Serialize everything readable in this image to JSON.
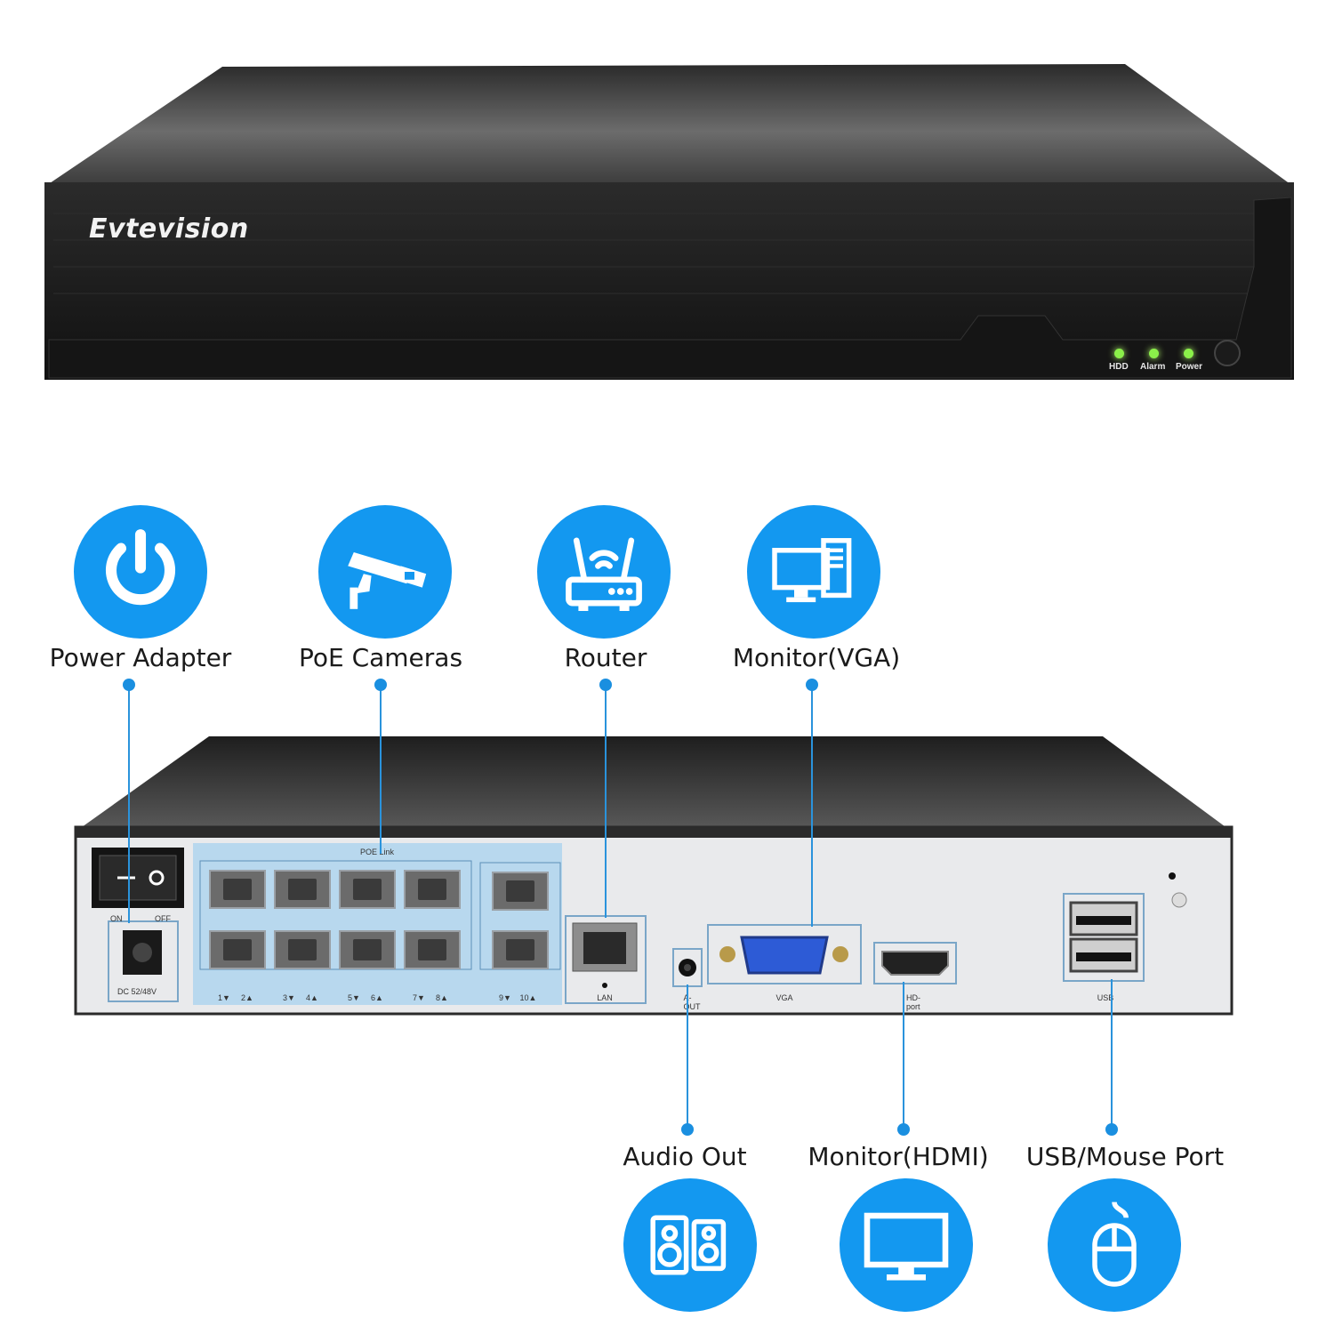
{
  "front": {
    "brand": "Evtevision",
    "indicators": [
      {
        "label": "HDD",
        "color": "#8bf04a"
      },
      {
        "label": "Alarm",
        "color": "#8bf04a"
      },
      {
        "label": "Power",
        "color": "#8bf04a"
      }
    ]
  },
  "top_connections": [
    {
      "label": "Power Adapter",
      "icon": "power-icon"
    },
    {
      "label": "PoE Cameras",
      "icon": "cctv-camera-icon"
    },
    {
      "label": "Router",
      "icon": "router-icon"
    },
    {
      "label": "Monitor(VGA)",
      "icon": "desktop-computer-icon"
    }
  ],
  "bottom_connections": [
    {
      "label": "Audio Out",
      "icon": "speakers-icon"
    },
    {
      "label": "Monitor(HDMI)",
      "icon": "monitor-icon"
    },
    {
      "label": "USB/Mouse Port",
      "icon": "mouse-icon"
    }
  ],
  "rear_panel": {
    "switch_on": "ON",
    "switch_off": "OFF",
    "dc_label": "DC 52/48V",
    "poe_link": "POE Link",
    "port_numbers": [
      "1▼",
      "2▲",
      "3▼",
      "4▲",
      "5▼",
      "6▲",
      "7▼",
      "8▲",
      "9▼",
      "10▲"
    ],
    "lan": "LAN",
    "a_out": "A-OUT",
    "vga": "VGA",
    "hd_port": "HD-port",
    "usb": "USB"
  },
  "colors": {
    "accent": "#1398f0",
    "line": "#2a93dc"
  }
}
